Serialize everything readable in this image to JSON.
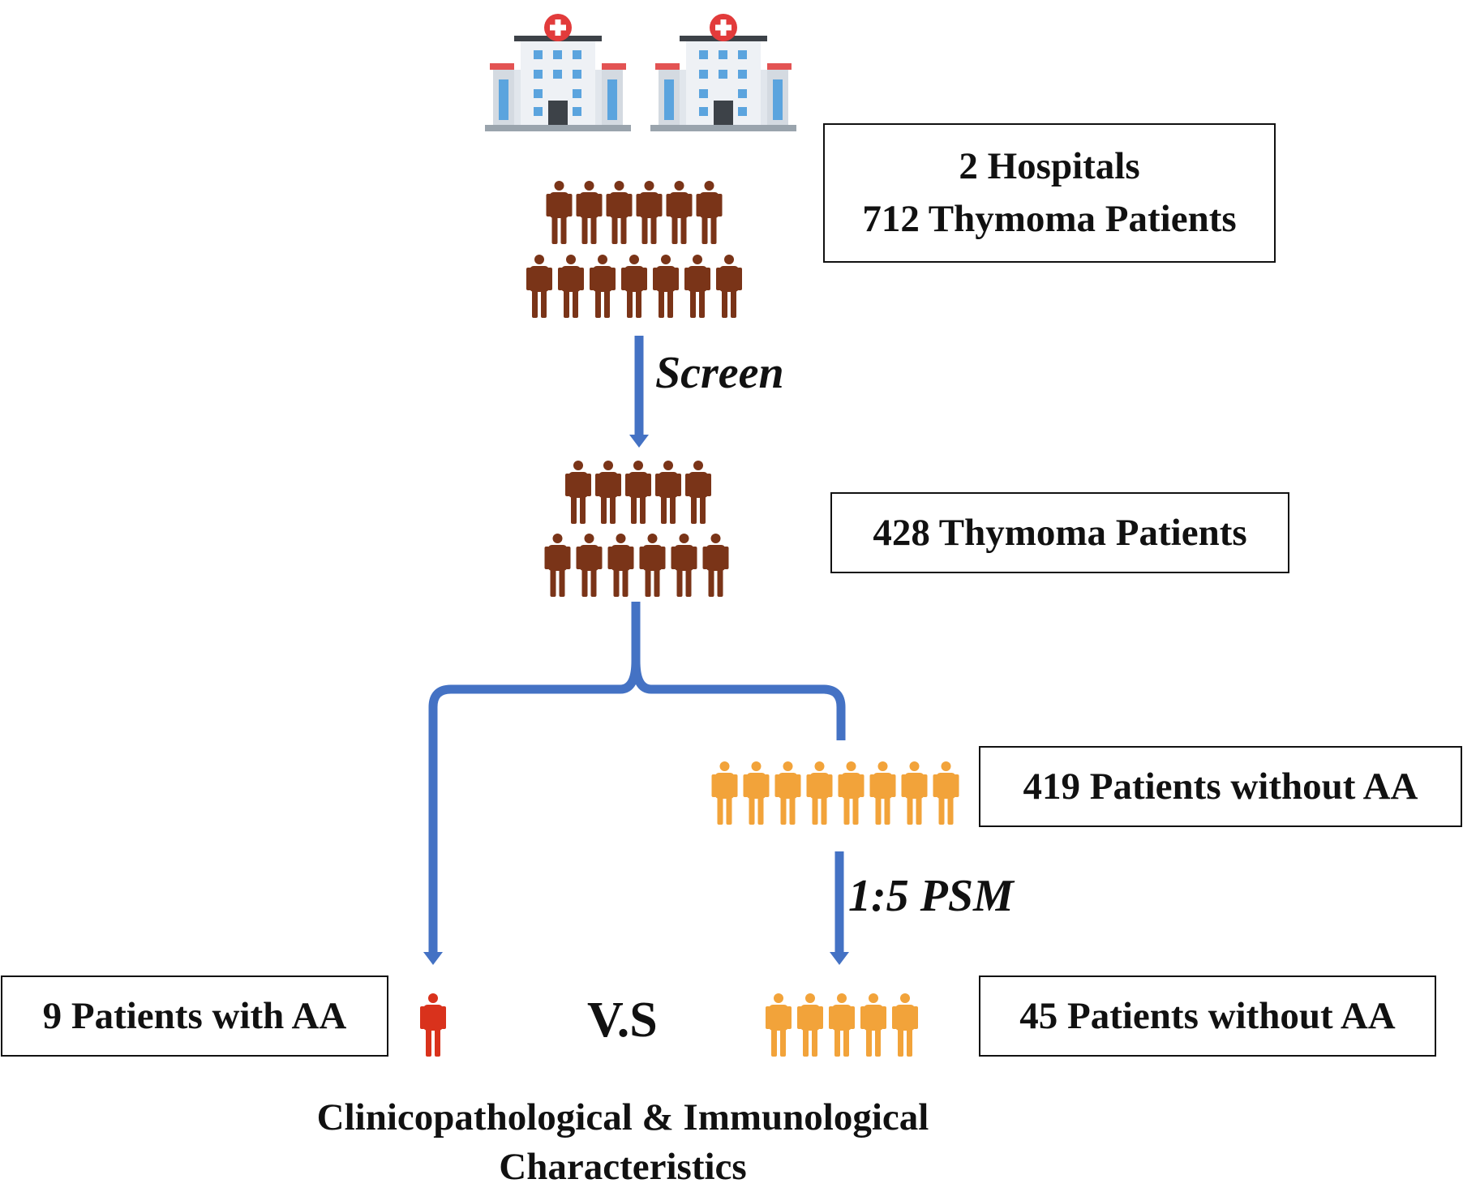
{
  "boxes": {
    "top_line1": "2 Hospitals",
    "top_line2": "712 Thymoma Patients",
    "mid": "428 Thymoma Patients",
    "without_aa": "419 Patients without AA",
    "with_aa_final": "9 Patients with AA",
    "without_aa_final": "45 Patients without AA"
  },
  "labels": {
    "screen": "Screen",
    "psm": "1:5 PSM",
    "vs": "V.S",
    "bottom_line1": "Clinicopathological & Immunological",
    "bottom_line2": "Characteristics"
  },
  "groups": {
    "initial_row1": 6,
    "initial_row2": 7,
    "screened_row1": 5,
    "screened_row2": 6,
    "without_aa": 8,
    "with_aa": 1,
    "matched": 5
  },
  "icons": {
    "hospital": "hospital-icon",
    "person": "person-icon"
  },
  "colors": {
    "arrow": "#4472C4",
    "all_patients": "#7A3418",
    "with_aa": "#D9321C",
    "without_aa": "#F2A33A",
    "hospital_body": "#E1E6EC",
    "hospital_window": "#5BA4DE",
    "hospital_cross": "#E23B3B"
  }
}
